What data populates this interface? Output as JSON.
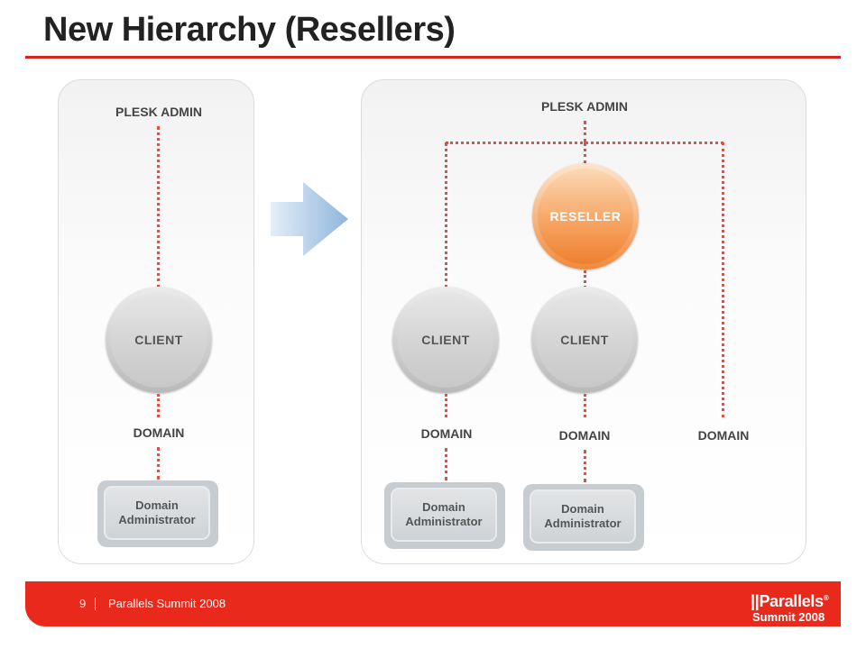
{
  "slide": {
    "title": "New Hierarchy (Resellers)",
    "page_number": "9",
    "footer_text": "Parallels Summit 2008"
  },
  "logo": {
    "brand": "||Parallels",
    "trademark": "®",
    "event": "Summit 2008"
  },
  "left_diagram": {
    "admin_label": "PLESK ADMIN",
    "client_label": "CLIENT",
    "domain_label": "DOMAIN",
    "domain_admin_label": "Domain Administrator"
  },
  "right_diagram": {
    "admin_label": "PLESK ADMIN",
    "reseller_label": "RESELLER",
    "clients": [
      {
        "label": "CLIENT",
        "domain": "DOMAIN",
        "domain_admin": "Domain Administrator"
      },
      {
        "label": "CLIENT",
        "domain": "DOMAIN",
        "domain_admin": "Domain Administrator"
      }
    ],
    "direct_domain_label": "DOMAIN"
  },
  "colors": {
    "accent_red": "#e8291c",
    "reseller_orange": "#f08a3c",
    "connector": "#e05048",
    "arrow_blue": "#a9c8e6"
  },
  "icons": {
    "transition_arrow": "right-arrow-icon"
  }
}
